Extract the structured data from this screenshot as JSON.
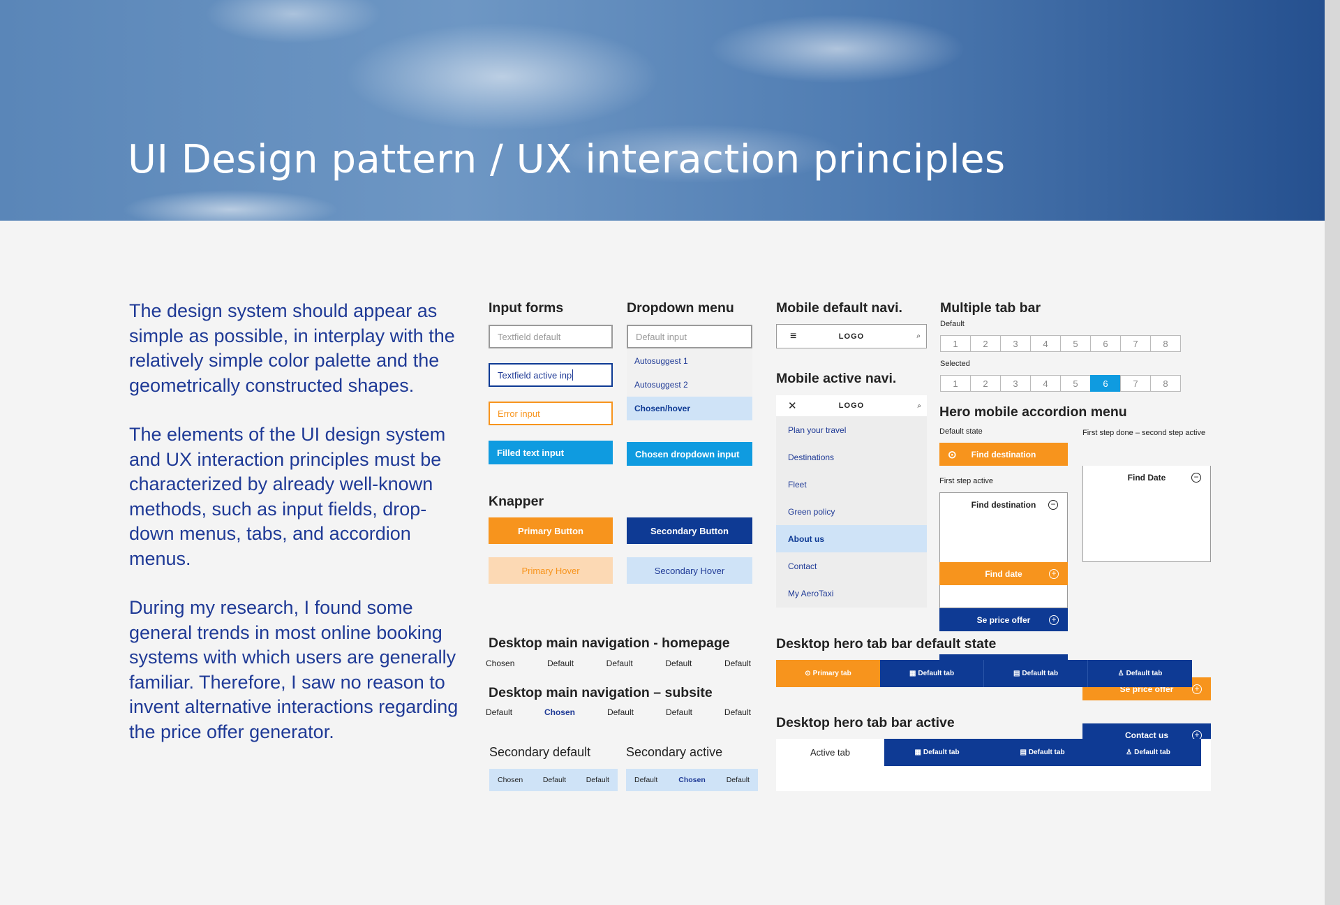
{
  "hero": {
    "title": "UI Design pattern / UX interaction principles"
  },
  "intro": {
    "p1": "The design system should appear as simple as possible, in interplay with the relatively simple color palette and the geometrically constructed shapes.",
    "p2": "The elements of the UI design system and UX interaction principles must be characterized by already well-known methods, such as input fields, drop-down menus, tabs, and accordion menus.",
    "p3": "During my research, I found some general trends in most online booking systems with which users are generally familiar. Therefore, I saw no reason to invent alternative interactions regarding the price offer generator."
  },
  "input_forms": {
    "heading": "Input forms",
    "default": "Textfield default",
    "active": "Textfield active inp",
    "error": "Error input",
    "filled": "Filled text input"
  },
  "dropdown": {
    "heading": "Dropdown menu",
    "default": "Default input",
    "options": [
      "Autosuggest 1",
      "Autosuggest 2",
      "Chosen/hover"
    ],
    "chosen": "Chosen dropdown input"
  },
  "knapper": {
    "heading": "Knapper",
    "primary": "Primary Button",
    "secondary": "Secondary Button",
    "primary_hover": "Primary Hover",
    "secondary_hover": "Secondary Hover"
  },
  "desktop_nav_home": {
    "heading": "Desktop main navigation - homepage",
    "items": [
      "Chosen",
      "Default",
      "Default",
      "Default",
      "Default"
    ]
  },
  "desktop_nav_subsite": {
    "heading": "Desktop main navigation – subsite",
    "items": [
      "Default",
      "Chosen",
      "Default",
      "Default",
      "Default"
    ]
  },
  "secondary_default": {
    "heading": "Secondary default",
    "items": [
      "Chosen",
      "Default",
      "Default"
    ]
  },
  "secondary_active": {
    "heading": "Secondary active",
    "items": [
      "Default",
      "Chosen",
      "Default"
    ]
  },
  "mobile_default": {
    "heading": "Mobile default navi.",
    "logo": "LOGO"
  },
  "mobile_active": {
    "heading": "Mobile active navi.",
    "logo": "LOGO",
    "items": [
      "Plan your travel",
      "Destinations",
      "Fleet",
      "Green policy",
      "About us",
      "Contact",
      "My AeroTaxi"
    ]
  },
  "multi_tab": {
    "heading": "Multiple tab bar",
    "default_label": "Default",
    "selected_label": "Selected",
    "tabs": [
      "1",
      "2",
      "3",
      "4",
      "5",
      "6",
      "7",
      "8"
    ]
  },
  "accordion": {
    "heading": "Hero mobile accordion menu",
    "default_state": "Default state",
    "first_active": "First step active",
    "second_active": "First step done – second step active",
    "find_destination": "Find destination",
    "find_date_a": "Find date",
    "find_date_b": "Find Date",
    "price": "Se price offer",
    "contact": "Contact us"
  },
  "hero_tab_default": {
    "heading": "Desktop hero tab bar default state",
    "primary": "Primary tab",
    "tabs": [
      "Default tab",
      "Default tab",
      "Default tab"
    ]
  },
  "hero_tab_active": {
    "heading": "Desktop hero tab bar active",
    "active": "Active tab",
    "tabs": [
      "Default tab",
      "Default tab",
      "Default tab"
    ]
  },
  "colors": {
    "orange": "#f7941d",
    "navy": "#0e3a94",
    "blue": "#0f9be0",
    "light_blue": "#cfe3f7",
    "light_orange": "#fcd9b4"
  }
}
